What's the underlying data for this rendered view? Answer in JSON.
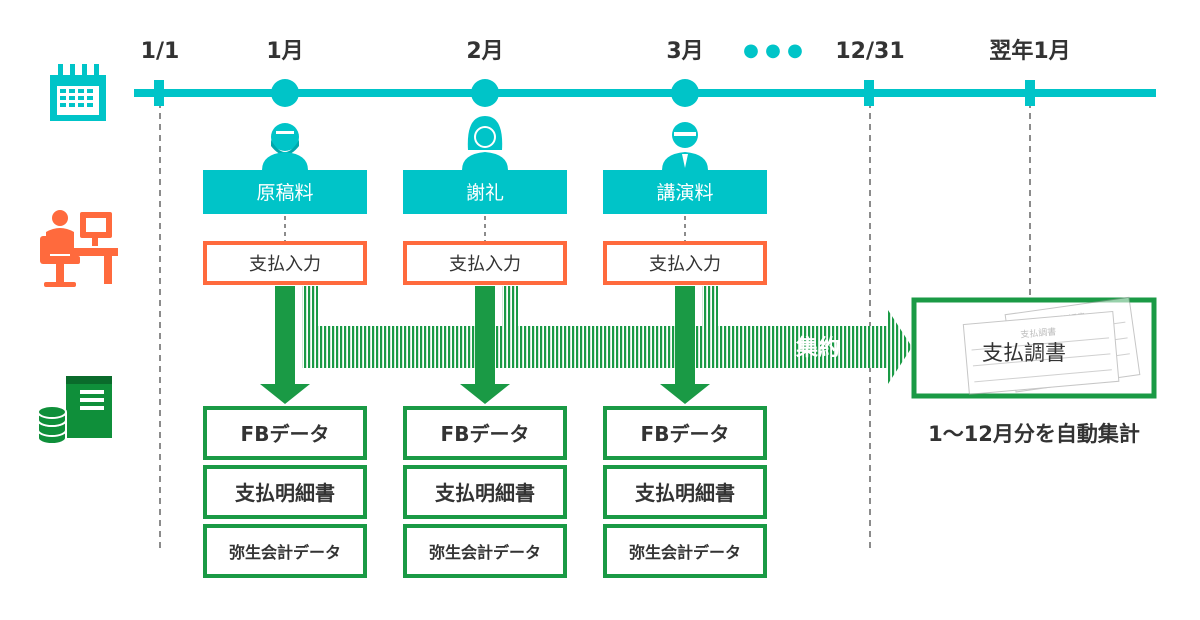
{
  "timeline": {
    "labels": {
      "start": "1/1",
      "jan": "1月",
      "feb": "2月",
      "mar": "3月",
      "ellipsis": "● ● ●",
      "end": "12/31",
      "next_jan": "翌年1月"
    }
  },
  "payees": [
    {
      "icon": "bearded-man-avatar-icon",
      "category": "原稿料"
    },
    {
      "icon": "woman-avatar-icon",
      "category": "謝礼"
    },
    {
      "icon": "businessman-avatar-icon",
      "category": "講演料"
    }
  ],
  "payment_entry_label": "支払入力",
  "outputs": [
    [
      "FBデータ",
      "支払明細書",
      "弥生会計データ"
    ],
    [
      "FBデータ",
      "支払明細書",
      "弥生会計データ"
    ],
    [
      "FBデータ",
      "支払明細書",
      "弥生会計データ"
    ]
  ],
  "aggregation": {
    "arrow_label": "集約",
    "document_title": "支払調書",
    "faded_doc_label": "支払調書",
    "caption": "1～12月分を自動集計"
  },
  "row_icons": [
    "calendar-icon",
    "office-worker-at-desk-icon",
    "server-database-icon"
  ],
  "colors": {
    "teal": "#00c4c8",
    "orange": "#ff6a3d",
    "green": "#0f8f3a",
    "gray_line": "#555555"
  }
}
